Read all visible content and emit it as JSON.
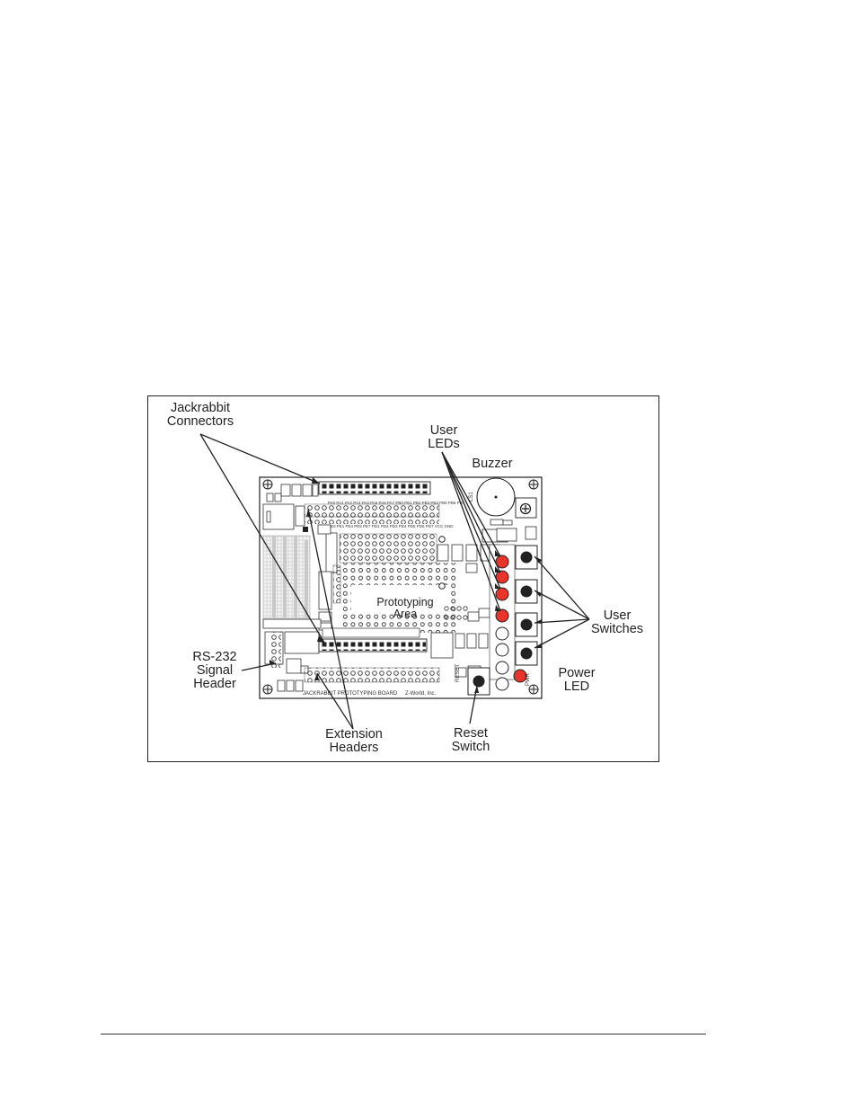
{
  "labels": {
    "jackrabbit_connectors": [
      "Jackrabbit",
      "Connectors"
    ],
    "user_leds": [
      "User",
      "LEDs"
    ],
    "buzzer": "Buzzer",
    "user_switches": [
      "User",
      "Switches"
    ],
    "power_led": [
      "Power",
      "LED"
    ],
    "rs232_header": [
      "RS-232",
      "Signal",
      "Header"
    ],
    "extension_headers": [
      "Extension",
      "Headers"
    ],
    "reset_switch": [
      "Reset",
      "Switch"
    ],
    "prototyping_area": [
      "Prototyping",
      "Area"
    ]
  },
  "board": {
    "silkscreen_title": "JACKRABBIT PROTOTYPING BOARD",
    "silkscreen_company": "Z-World, Inc.",
    "buzzer_ref": "LS1",
    "reset_ref": "RESET",
    "power_ref": "PWR"
  },
  "colors": {
    "led_red": "#e8342a",
    "line": "#222222"
  }
}
